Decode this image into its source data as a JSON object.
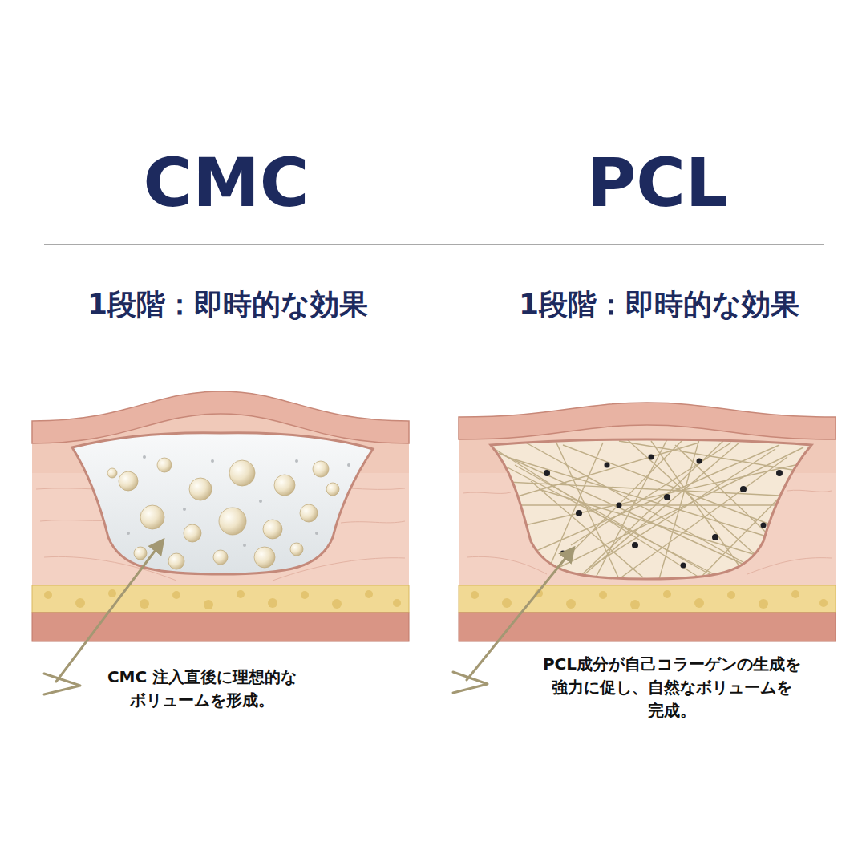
{
  "diagram": {
    "labels": [
      "CMC",
      "PCL",
      "1段階：即時的な効果",
      "1段階：即時的な効果",
      "CMC 注入直後に理想的な ボリュームを形成。",
      "PCL成分が自己コラーゲンの生成を 強力に促し、自然なボリュームを 完成。"
    ]
  }
}
